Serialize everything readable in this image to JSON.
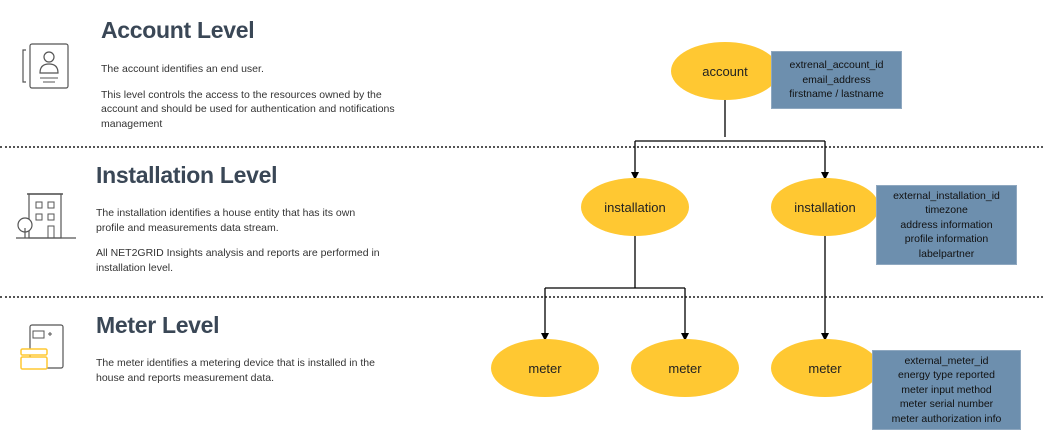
{
  "levels": {
    "account": {
      "title": "Account Level",
      "desc": [
        "The account identifies an end user.",
        "This level controls the access to the resources owned by the account and should be used for authentication and notifications management"
      ]
    },
    "installation": {
      "title": "Installation Level",
      "desc": [
        "The installation identifies a house entity that has its own profile and measurements data stream.",
        "All NET2GRID Insights analysis and reports are performed in installation level."
      ]
    },
    "meter": {
      "title": "Meter Level",
      "desc": [
        "The meter identifies a metering device that is installed in the house and reports measurement data."
      ]
    }
  },
  "icons": {
    "account": "account-card-icon",
    "installation": "building-icon",
    "meter": "meter-device-icon"
  },
  "nodes": {
    "account": "account",
    "installation_1": "installation",
    "installation_2": "installation",
    "meter_1": "meter",
    "meter_2": "meter",
    "meter_3": "meter"
  },
  "info_boxes": {
    "account": [
      "extrenal_account_id",
      "email_address",
      "firstname / lastname"
    ],
    "installation": [
      "external_installation_id",
      "timezone",
      "address information",
      "profile information",
      "labelpartner"
    ],
    "meter": [
      "external_meter_id",
      "energy type reported",
      "meter input method",
      "meter serial number",
      "meter authorization info"
    ]
  },
  "colors": {
    "node_fill": "#ffc832",
    "info_fill": "#6d8fae",
    "title": "#3a4756",
    "icon_stroke": "#555555",
    "icon_accent": "#ffc832"
  }
}
